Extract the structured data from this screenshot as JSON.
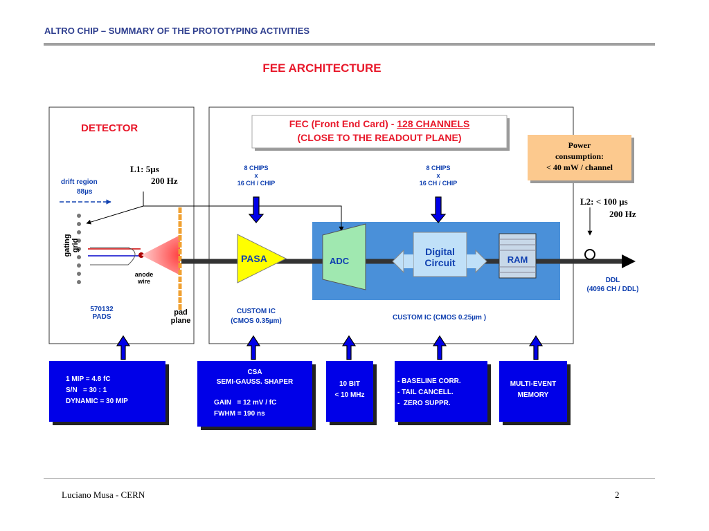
{
  "header": {
    "title": "ALTRO CHIP – SUMMARY OF THE PROTOTYPING ACTIVITIES"
  },
  "title": "FEE ARCHITECTURE",
  "detector": {
    "title": "DETECTOR",
    "drift_label": "drift region",
    "drift_time": "88µs",
    "gating_grid": "gating grid",
    "anode_wire": "anode\nwire",
    "pads": "570132\nPADS",
    "pad_plane": "pad\nplane"
  },
  "l1": {
    "label": "L1: 5µs",
    "rate": "200 Hz"
  },
  "fec": {
    "title_prefix": "FEC (Front End Card) - ",
    "title_channels": "128 CHANNELS",
    "title_line2": "(CLOSE TO THE READOUT PLANE)"
  },
  "chips_left": "8 CHIPS\nx\n16 CH / CHIP",
  "chips_right": "8 CHIPS\nx\n16 CH / CHIP",
  "blocks": {
    "pasa": "PASA",
    "adc": "ADC",
    "digital": "Digital\nCircuit",
    "ram": "RAM"
  },
  "power": "Power\nconsumption:\n< 40 mW / channel",
  "l2": {
    "label": "L2: < 100 µs",
    "rate": "200 Hz"
  },
  "ddl": "DDL\n(4096 CH / DDL)",
  "custom_ic_left": "CUSTOM IC\n(CMOS 0.35µm)",
  "custom_ic_right": "CUSTOM IC (CMOS 0.25µm )",
  "notes": {
    "detector": "1 MIP = 4.8 fC\nS/N   = 30 : 1\nDYNAMIC = 30 MIP",
    "csa_title": "CSA\nSEMI-GAUSS. SHAPER",
    "csa_params": "GAIN   = 12 mV / fC\nFWHM = 190 ns",
    "adc": "10 BIT\n< 10 MHz",
    "digital": "- BASELINE CORR.\n- TAIL CANCELL.\n-  ZERO SUPPR.",
    "ram": "MULTI-EVENT\nMEMORY"
  },
  "footer": {
    "author": "Luciano Musa - CERN",
    "page": "2"
  },
  "colors": {
    "red": "#e8192b",
    "blue_box": "#0000e8",
    "yellow": "#ffff00",
    "light_blue_panel": "#4a90d9"
  }
}
